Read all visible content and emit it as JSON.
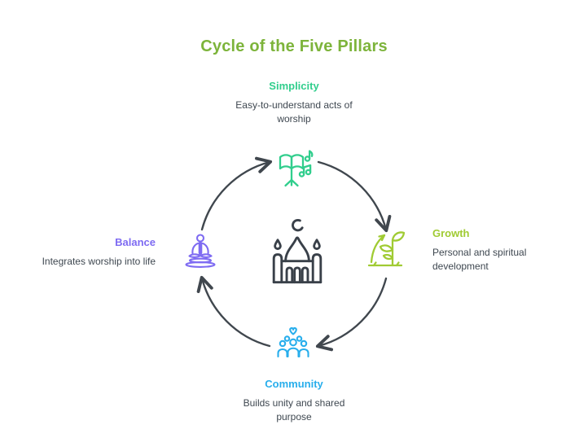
{
  "title": {
    "text": "Cycle of the Five Pillars",
    "color": "#7DB43B"
  },
  "diagram_type": "cycle",
  "direction": "clockwise",
  "nodes": [
    {
      "id": "simplicity",
      "position": "top",
      "label": "Simplicity",
      "description": "Easy-to-understand acts of worship",
      "color": "#31CE8D",
      "icon": "music-stand-book-icon"
    },
    {
      "id": "growth",
      "position": "right",
      "label": "Growth",
      "description": "Personal and spiritual development",
      "color": "#A0CB33",
      "icon": "sprout-arrow-icon"
    },
    {
      "id": "community",
      "position": "bottom",
      "label": "Community",
      "description": "Builds unity and shared purpose",
      "color": "#28AEEC",
      "icon": "people-heart-icon"
    },
    {
      "id": "balance",
      "position": "left",
      "label": "Balance",
      "description": "Integrates worship into life",
      "color": "#7E6BF2",
      "icon": "meditation-icon"
    }
  ],
  "center": {
    "icon": "mosque-icon",
    "color": "#394049"
  },
  "arrows": {
    "color": "#40474E",
    "count": 4,
    "style": "curved-arc"
  },
  "text_color": "#3E4750",
  "background_color": "#FFFFFF"
}
